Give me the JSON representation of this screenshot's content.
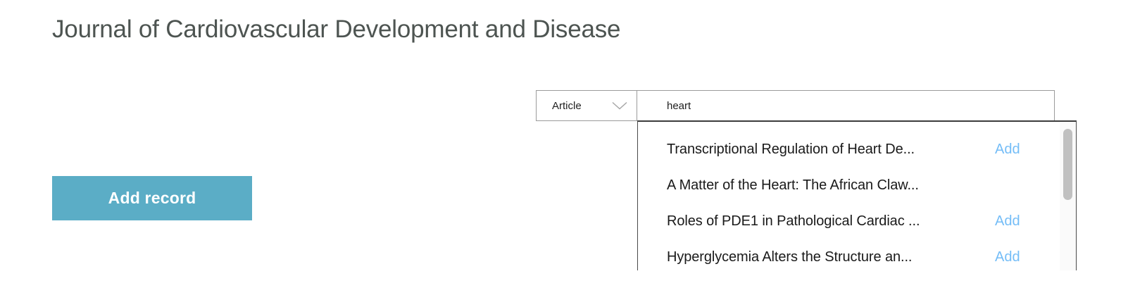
{
  "page": {
    "title": "Journal of Cardiovascular Development and Disease"
  },
  "actions": {
    "add_record_label": "Add record"
  },
  "search": {
    "type_selector": {
      "selected": "Article",
      "icon": "chevron-down-icon"
    },
    "query": "heart",
    "placeholder": ""
  },
  "results": {
    "items": [
      {
        "title": "Transcriptional Regulation of Heart De...",
        "action_label": "Add"
      },
      {
        "title": "A Matter of the Heart: The African Claw...",
        "action_label": ""
      },
      {
        "title": "Roles of PDE1 in Pathological Cardiac ...",
        "action_label": "Add"
      },
      {
        "title": "Hyperglycemia Alters the Structure an...",
        "action_label": "Add"
      }
    ],
    "scrollbar": {
      "name": "results-scrollbar"
    }
  },
  "colors": {
    "button_teal": "#5badc6",
    "link_blue": "#74bdf7",
    "title_grey": "#4d5451",
    "scrollbar_thumb": "#c0c0c0"
  }
}
